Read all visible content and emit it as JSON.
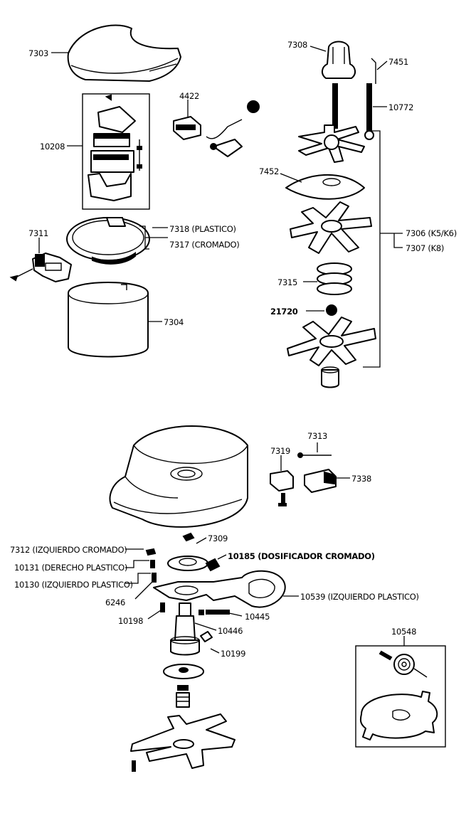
{
  "labels": {
    "p7303": "7303",
    "p10208": "10208",
    "p4422": "4422",
    "p7308": "7308",
    "p7451": "7451",
    "p10772": "10772",
    "p7452": "7452",
    "p7306": "7306 (K5/K6)",
    "p7307": "7307 (K8)",
    "p7315": "7315",
    "p21720": "21720",
    "p7311": "7311",
    "p7318": "7318 (PLASTICO)",
    "p7317": "7317 (CROMADO)",
    "p7304": "7304",
    "p7313": "7313",
    "p7319": "7319",
    "p7338": "7338",
    "p7312": "7312 (IZQUIERDO CROMADO)",
    "p10131": "10131 (DERECHO PLASTICO)",
    "p10130": "10130 (IZQUIERDO PLASTICO)",
    "p7309": "7309",
    "p10185": "10185 (DOSIFICADOR CROMADO)",
    "p6246": "6246",
    "p10539": "10539 (IZQUIERDO PLASTICO)",
    "p10198": "10198",
    "p10446": "10446",
    "p10445": "10445",
    "p10199": "10199",
    "p10548": "10548"
  }
}
